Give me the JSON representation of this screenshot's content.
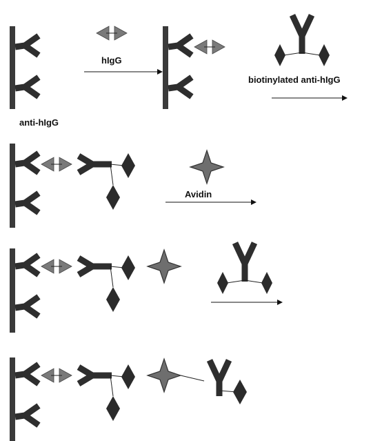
{
  "labels": {
    "capture_antibody": "anti-hIgG",
    "antigen": "hIgG",
    "detection_antibody": "biotinylated anti-hIgG",
    "avidin": "Avidin"
  }
}
